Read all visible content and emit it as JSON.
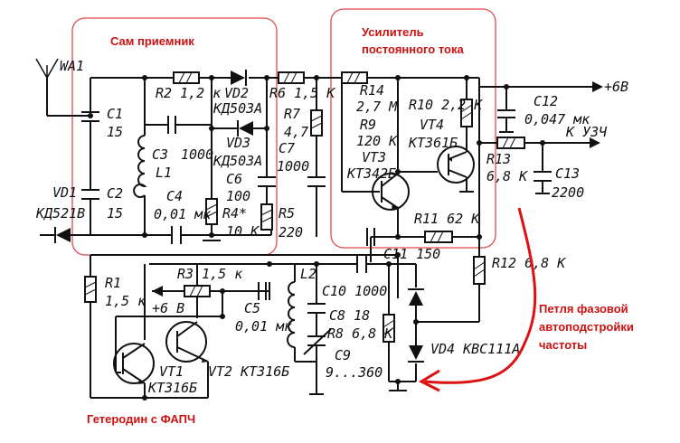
{
  "labels": {
    "receiver_block": "Сам приемник",
    "amplifier_block_1": "Усилитель",
    "amplifier_block_2": "постоянного тока",
    "pll_note_1": "Петля фазовой",
    "pll_note_2": "автоподстройки",
    "pll_note_3": "частоты",
    "oscillator_block": "Гетеродин с ФАПЧ"
  },
  "components": {
    "wa1": "WA1",
    "c1_ref": "C1",
    "c1_val": "15",
    "c2_ref": "C2",
    "c2_val": "15",
    "vd1_ref": "VD1",
    "vd1_type": "КД521В",
    "r2": "R2  1,2 к",
    "vd2_ref": "VD2",
    "vd2_type": "КД503А",
    "vd3_ref": "VD3",
    "vd3_type": "КД503А",
    "c3_ref": "C3",
    "c3_val": "1000",
    "l1": "L1",
    "c4_ref": "C4",
    "c4_val": "0,01 мк",
    "c6_ref": "C6",
    "c6_val": "100",
    "r4_ref": "R4*",
    "r4_val": "10 К",
    "r5_ref": "R5",
    "r5_val": "220",
    "r6": "R6  1,5 К",
    "r7_ref": "R7",
    "r7_val": "4,7",
    "c7_ref": "C7",
    "c7_val": "1000",
    "r14_ref": "R14",
    "r14_val": "2,7 М",
    "r9_ref": "R9",
    "r9_val": "120 К",
    "vt3_ref": "VT3",
    "vt3_type": "КТ342Б",
    "r10": "R10  2,2 К",
    "vt4_ref": "VT4",
    "vt4_type": "КТ361Б",
    "r11": "R11  62 К",
    "plus6v": "+6В",
    "c12_ref": "C12",
    "c12_val": "0,047 мк",
    "uzch": "К УЗЧ",
    "r13_ref": "R13",
    "r13_val": "6,8 К",
    "c13_ref": "C13",
    "c13_val": "2200",
    "r12": "R12  6,8 К",
    "c11": "C11  150",
    "r1_ref": "R1",
    "r1_val": "1,5 к",
    "r3": "R3  1,5 к",
    "plus6v_b": "+6 В",
    "c5_ref": "C5",
    "c5_val": "0,01 мк",
    "l2": "L2",
    "c10": "C10  1000",
    "c8": "C8  18",
    "r8": "R8  6,8 К",
    "c9_ref": "C9",
    "c9_val": "9...360",
    "vd4": "VD4  КВС111А",
    "vt1_ref": "VT1",
    "vt1_type": "КТ316Б",
    "vt2": "VT2  КТ316Б"
  },
  "colors": {
    "annotation": "#cc1111",
    "box": "#e04b4b",
    "wire": "#111111"
  }
}
